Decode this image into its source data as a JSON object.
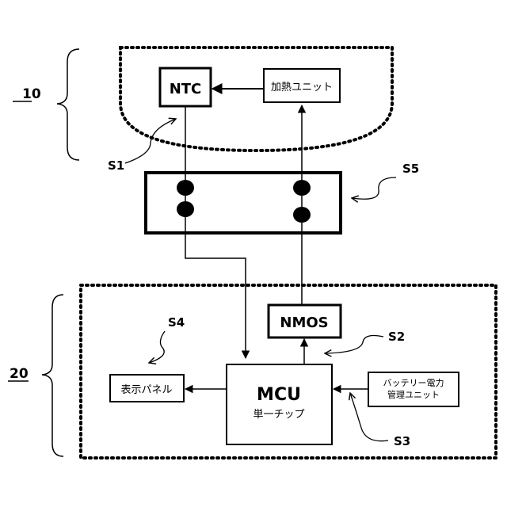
{
  "labels": {
    "group_top": "10",
    "group_bottom": "20",
    "s1": "S1",
    "s2": "S2",
    "s3": "S3",
    "s4": "S4",
    "s5": "S5"
  },
  "blocks": {
    "ntc": "NTC",
    "heater": "加熱ユニット",
    "nmos": "NMOS",
    "mcu_title": "MCU",
    "mcu_sub": "単一チップ",
    "display": "表示パネル",
    "battery_line1": "バッテリー電力",
    "battery_line2": "管理ユニット"
  }
}
